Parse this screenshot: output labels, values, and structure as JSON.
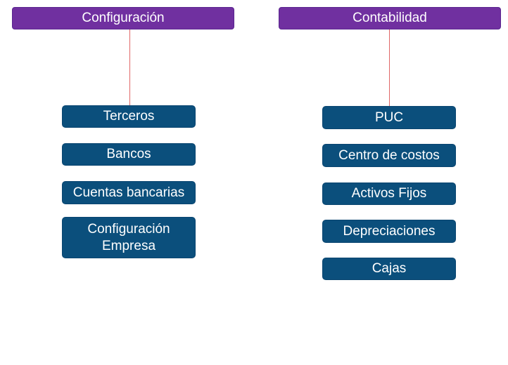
{
  "headers": {
    "left": "Configuración",
    "right": "Contabilidad"
  },
  "left_items": [
    "Terceros",
    "Bancos",
    "Cuentas bancarias",
    "Configuración\nEmpresa"
  ],
  "right_items": [
    "PUC",
    "Centro de costos",
    "Activos Fijos",
    "Depreciaciones",
    "Cajas"
  ],
  "colors": {
    "header": "#7030a0",
    "item": "#0b4f7c",
    "connector": "#e06666"
  }
}
